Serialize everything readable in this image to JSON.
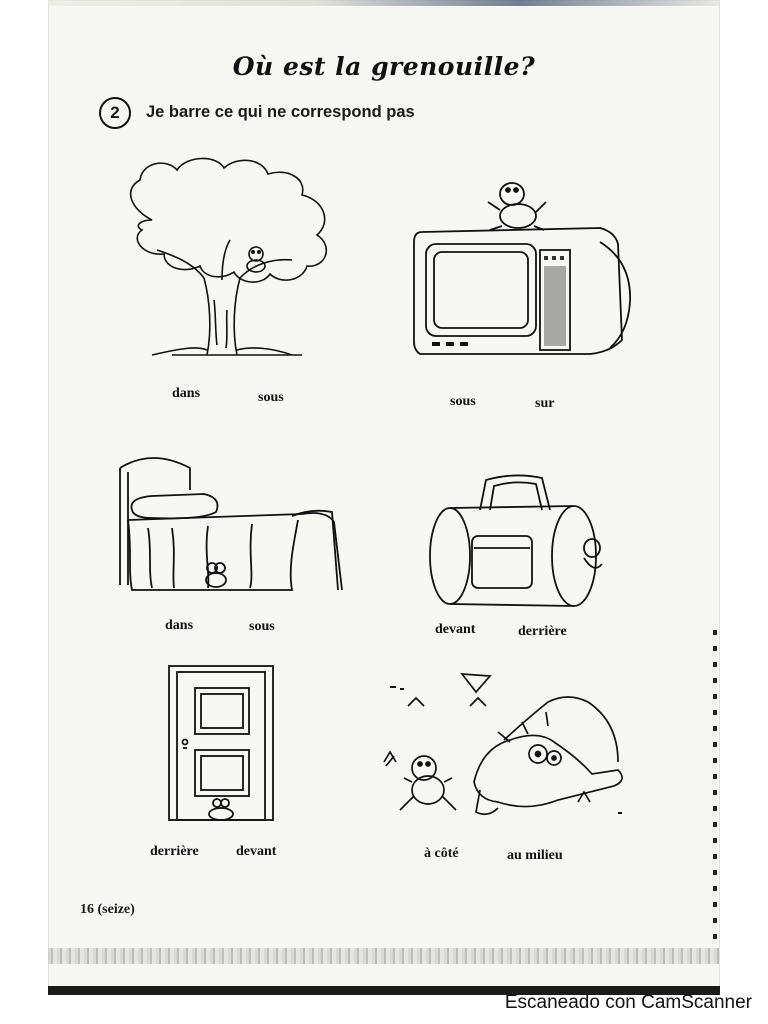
{
  "worksheet": {
    "title": "Où est la grenouille?",
    "exercise_number": "2",
    "instruction": "Je barre ce qui ne correspond pas",
    "page_number": "16 (seize)"
  },
  "items": [
    {
      "picture": "tree-with-frog",
      "options": [
        "dans",
        "sous"
      ]
    },
    {
      "picture": "tv-with-frog",
      "options": [
        "sous",
        "sur"
      ]
    },
    {
      "picture": "bed-with-frog",
      "options": [
        "dans",
        "sous"
      ]
    },
    {
      "picture": "bag-with-frog",
      "options": [
        "devant",
        "derrière"
      ]
    },
    {
      "picture": "door-with-frog",
      "options": [
        "derrière",
        "devant"
      ]
    },
    {
      "picture": "crocodile-with-frog",
      "options": [
        "à côté",
        "au milieu"
      ]
    }
  ],
  "watermark": "Escaneado con CamScanner"
}
